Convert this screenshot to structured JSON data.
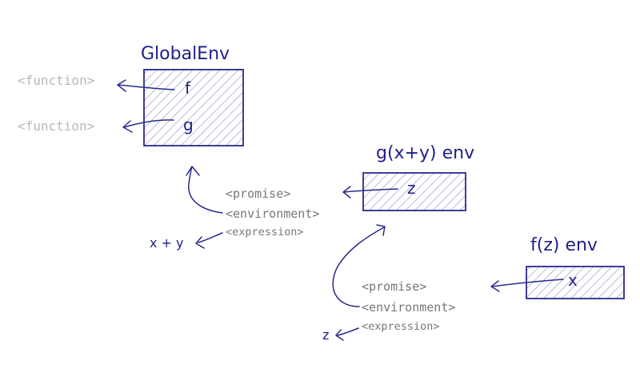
{
  "global_env": {
    "title": "GlobalEnv",
    "bindings": [
      {
        "name": "f",
        "value": "<function>"
      },
      {
        "name": "g",
        "value": "<function>"
      }
    ]
  },
  "g_env": {
    "title": "g(x+y) env",
    "bindings": [
      {
        "name": "z"
      }
    ]
  },
  "f_env": {
    "title": "f(z) env",
    "bindings": [
      {
        "name": "x"
      }
    ]
  },
  "promise_1": {
    "label": "<promise>",
    "environment_label": "<environment>",
    "expression_label": "<expression>",
    "expression_value": "x + y"
  },
  "promise_2": {
    "label": "<promise>",
    "environment_label": "<environment>",
    "expression_label": "<expression>",
    "expression_value": "z"
  },
  "colors": {
    "ink": "#1f1f8a",
    "slot_text": "#777777",
    "function_text": "#b8b8b8"
  }
}
